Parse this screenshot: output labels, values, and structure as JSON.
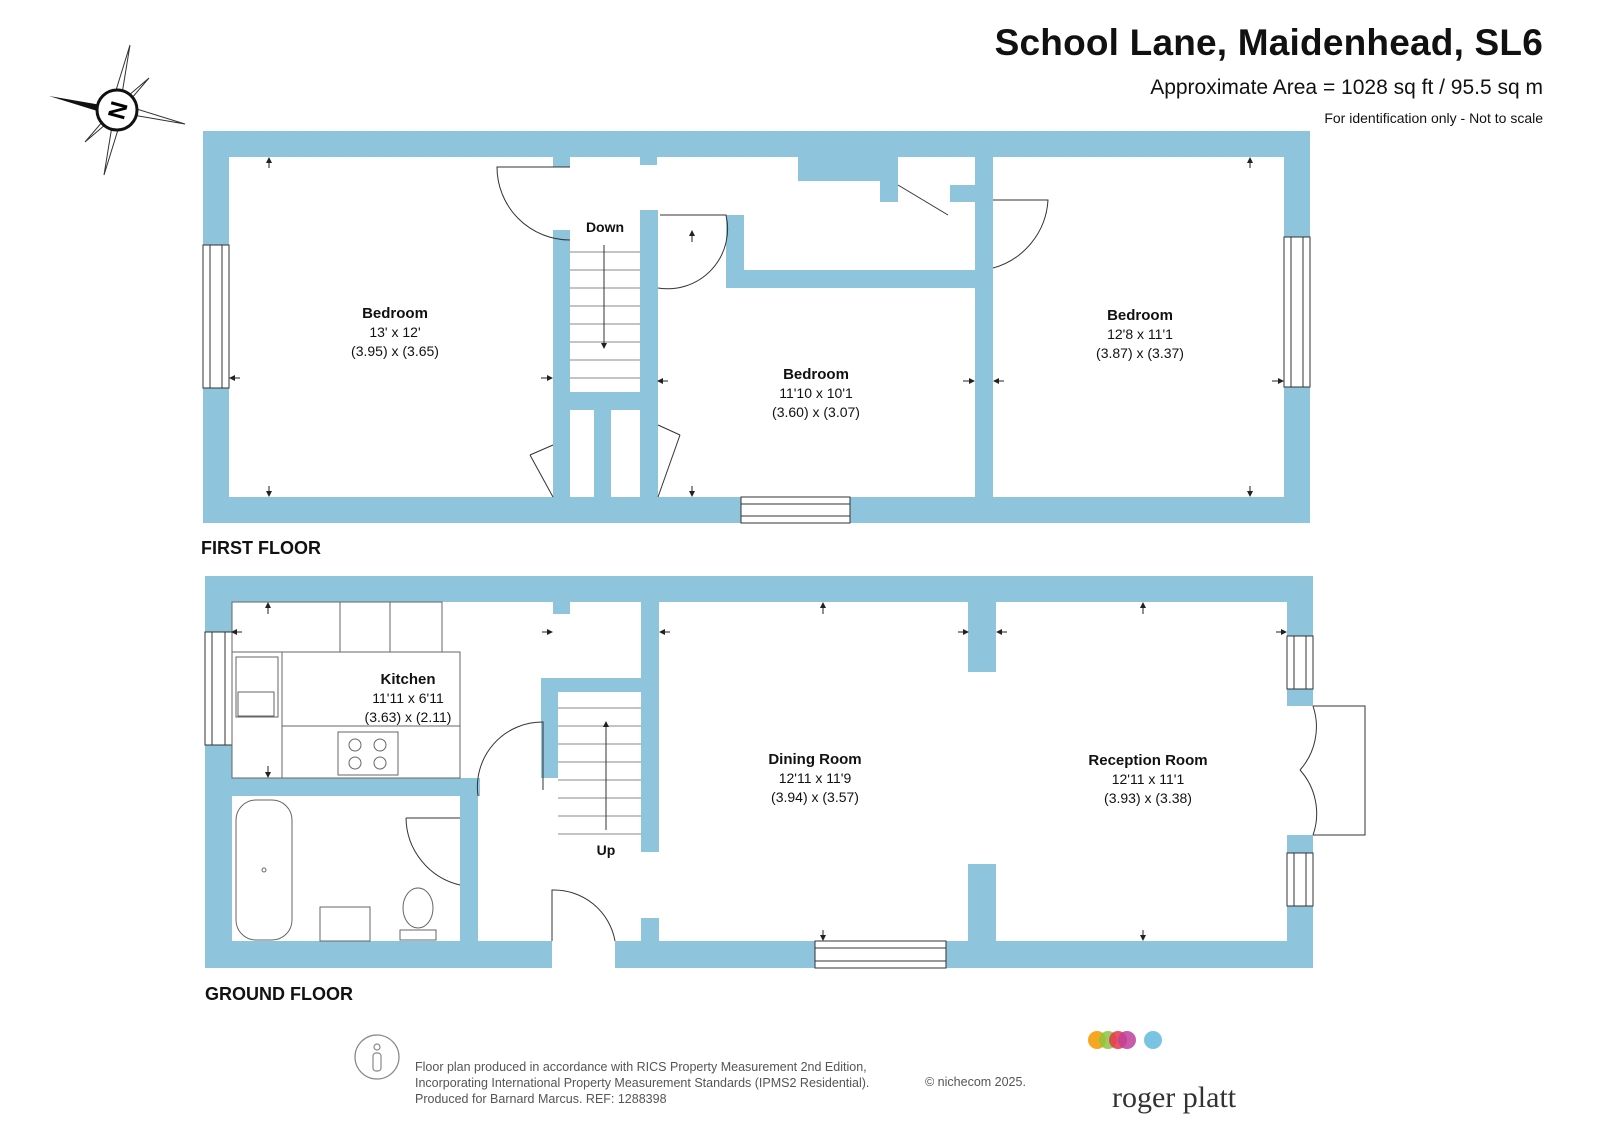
{
  "header": {
    "title": "School Lane, Maidenhead, SL6",
    "area": "Approximate Area = 1028 sq ft / 95.5 sq m",
    "note": "For identification only - Not to scale"
  },
  "compass": {
    "letter": "N"
  },
  "floors": {
    "first": {
      "label": "FIRST FLOOR",
      "rooms": [
        {
          "name": "Bedroom",
          "imperial": "13' x 12'",
          "metric": "(3.95) x (3.65)"
        },
        {
          "name": "Bedroom",
          "imperial": "11'10 x 10'1",
          "metric": "(3.60) x (3.07)"
        },
        {
          "name": "Bedroom",
          "imperial": "12'8 x 11'1",
          "metric": "(3.87) x (3.37)"
        }
      ],
      "stairs_label": "Down"
    },
    "ground": {
      "label": "GROUND FLOOR",
      "rooms": [
        {
          "name": "Kitchen",
          "imperial": "11'11 x 6'11",
          "metric": "(3.63) x (2.11)"
        },
        {
          "name": "Dining Room",
          "imperial": "12'11 x 11'9",
          "metric": "(3.94) x (3.57)"
        },
        {
          "name": "Reception Room",
          "imperial": "12'11 x 11'1",
          "metric": "(3.93) x (3.38)"
        }
      ],
      "stairs_label": "Up"
    }
  },
  "footer": {
    "line1": "Floor plan produced in accordance with RICS Property Measurement 2nd Edition,",
    "line2": "Incorporating International Property Measurement Standards (IPMS2 Residential).",
    "line3": "Produced for Barnard Marcus.   REF:  1288398",
    "copyright": "© nichecom 2025."
  },
  "brand": {
    "name": "roger platt"
  },
  "colors": {
    "wall": "#8ec5dd",
    "line": "#444444",
    "brand_orange": "#f6a623",
    "brand_green": "#8cc63f",
    "brand_red": "#e8354a",
    "brand_purple": "#c0409a",
    "brand_blue": "#7ac4e3"
  }
}
